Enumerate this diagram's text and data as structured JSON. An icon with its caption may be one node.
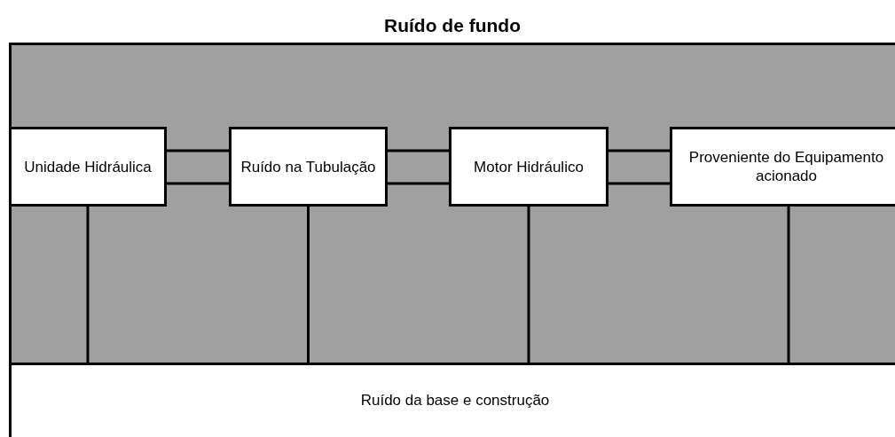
{
  "diagram": {
    "nodes": [
      {
        "text": [
          "Ruído de fundo"
        ]
      },
      {
        "text": [
          "Unidade Hidráulica"
        ],
        "in": 0
      },
      {
        "text": [
          "Ruído na Tubulação"
        ],
        "in": 0
      },
      {
        "text": [
          "Motor Hidráulico"
        ],
        "in": 0
      },
      {
        "text": [
          "Proveniente do Equipamento acionado"
        ],
        "in": 0
      },
      {
        "text": [
          "Ruído da base e construção"
        ]
      }
    ],
    "edges": [
      {
        "from": 1,
        "to": 2,
        "arrow": "none"
      },
      {
        "from": 2,
        "to": 3,
        "arrow": "none"
      },
      {
        "from": 3,
        "to": 4,
        "arrow": "none"
      },
      {
        "from": 1,
        "to": 5,
        "arrow": "none"
      },
      {
        "from": 2,
        "to": 5,
        "arrow": "none"
      },
      {
        "from": 3,
        "to": 5,
        "arrow": "none"
      },
      {
        "from": 4,
        "to": 5,
        "arrow": "none"
      }
    ]
  }
}
